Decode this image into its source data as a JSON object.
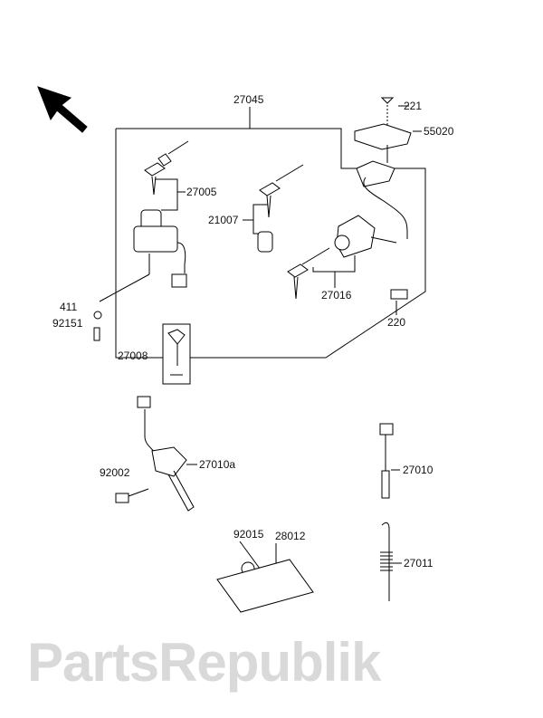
{
  "watermark": "PartsRepublik",
  "labels": {
    "p27045": "27045",
    "p221": "221",
    "p55020": "55020",
    "p27005": "27005",
    "p21007": "21007",
    "p27016": "27016",
    "p411": "411",
    "p92151": "92151",
    "p220": "220",
    "p27008": "27008",
    "p27010a": "27010a",
    "p92002": "92002",
    "p27010": "27010",
    "p92015": "92015",
    "p28012": "28012",
    "p27011": "27011"
  }
}
